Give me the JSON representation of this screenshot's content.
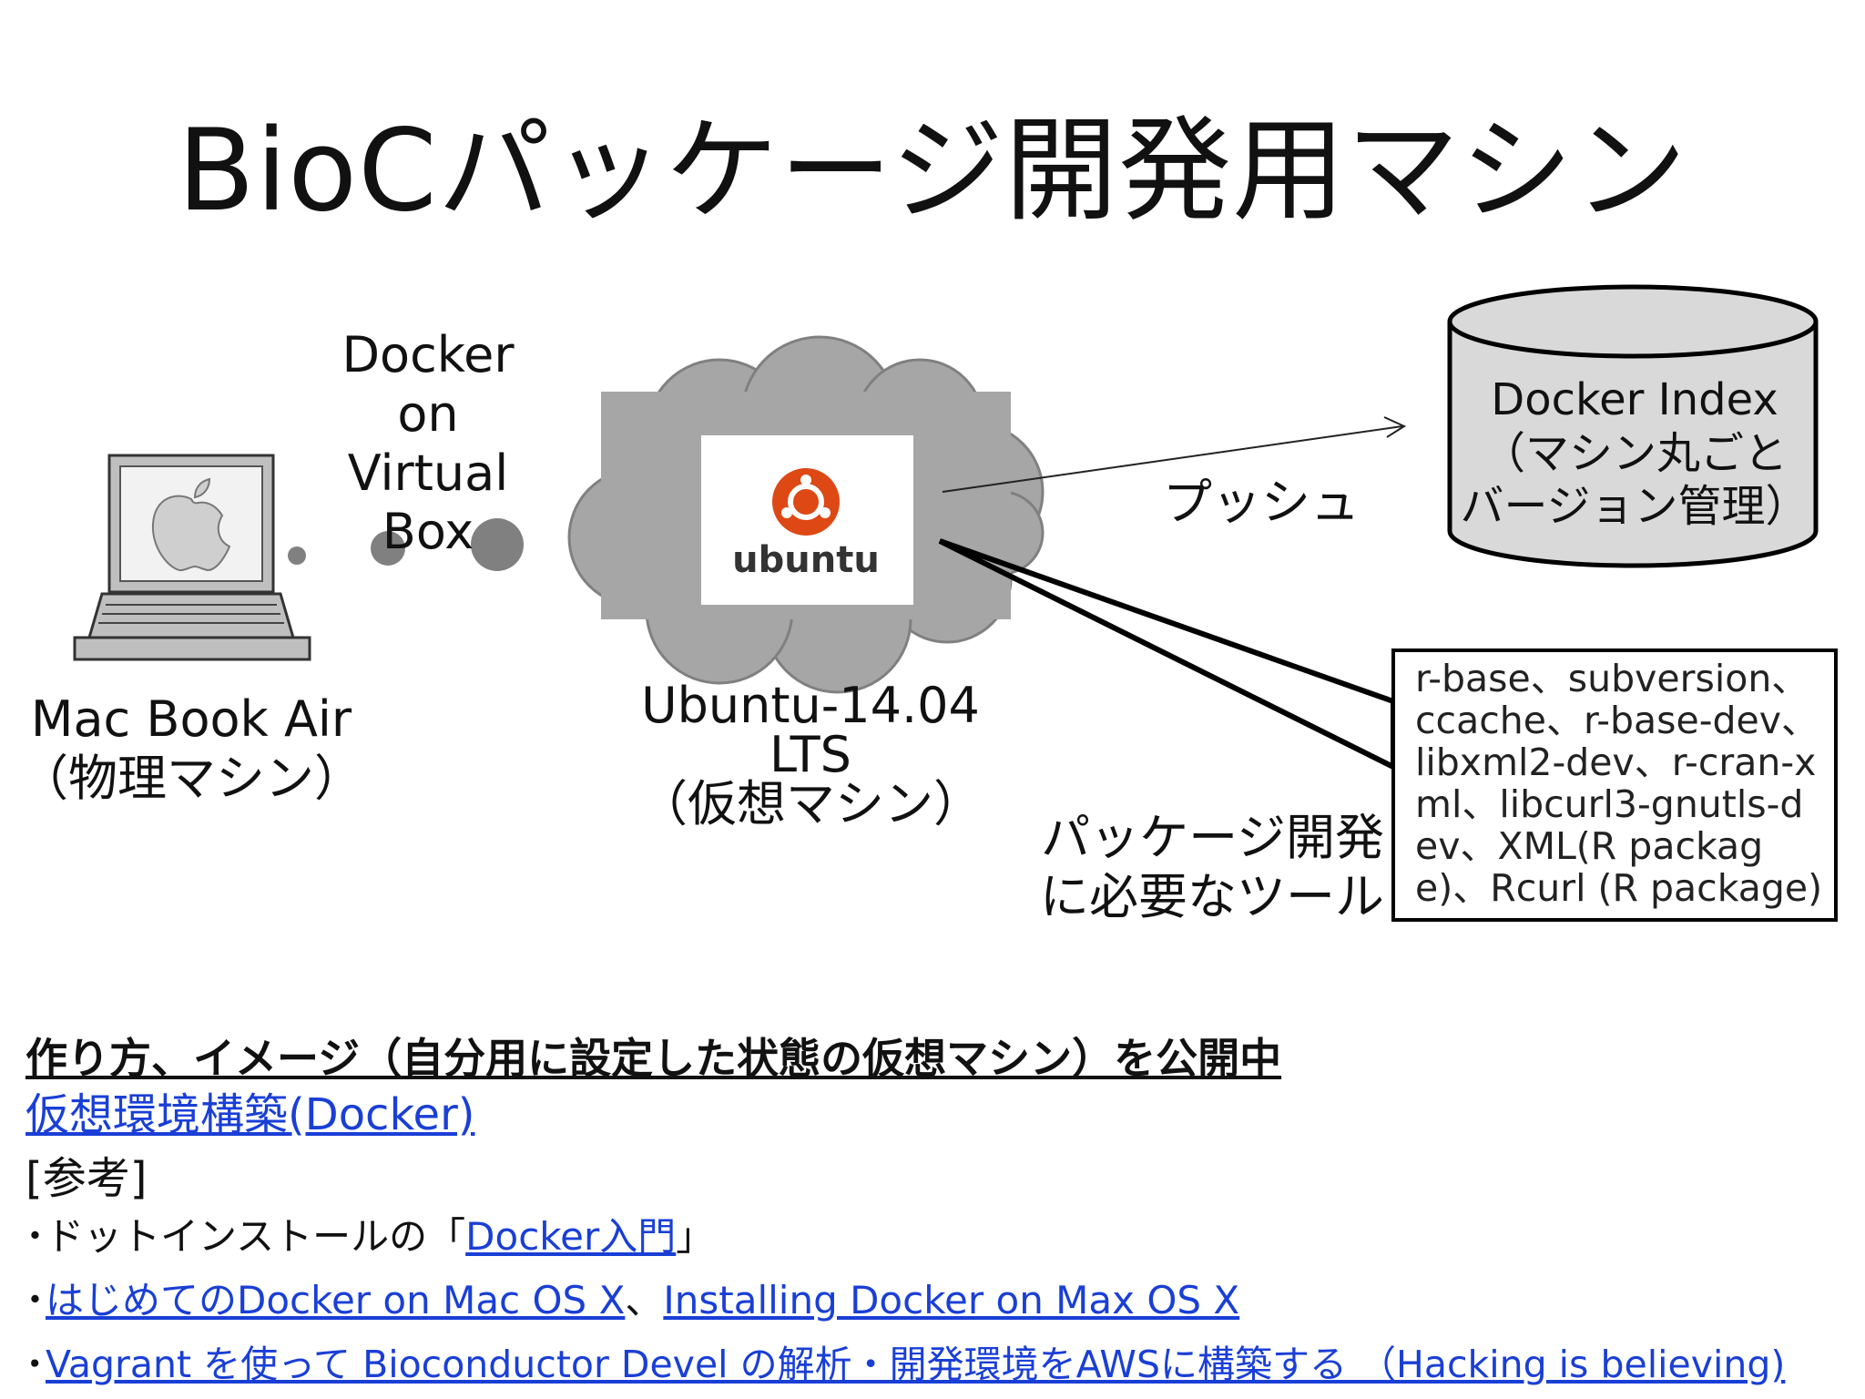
{
  "title": "BioCパッケージ開発用マシン",
  "diagram": {
    "mac": {
      "label_line1": "Mac Book Air",
      "label_line2": "（物理マシン）"
    },
    "docker_label": {
      "line1": "Docker",
      "line2": "on",
      "line3": "Virtual Box"
    },
    "ubuntu": {
      "logo_text": "ubuntu",
      "label_line1": "Ubuntu-14.04",
      "label_line2": "LTS",
      "label_line3": "（仮想マシン）"
    },
    "push_label": "プッシュ",
    "docker_index": {
      "line1": "Docker Index",
      "line2": "（マシン丸ごと",
      "line3": "バージョン管理）"
    },
    "tools_label": {
      "line1": "パッケージ開発",
      "line2": "に必要なツール"
    },
    "tools_box_text": "r-base、subversion、ccache、r-base-dev、libxml2-dev、r-cran-xml、libcurl3-gnutls-dev、XML(R package)、Rcurl (R package)"
  },
  "bottom": {
    "heading": "作り方、イメージ（自分用に設定した状態の仮想マシン）を公開中",
    "link_virtual_env": "仮想環境構築(Docker)",
    "reference_label": "[参考]",
    "item1_prefix": "ドットインストールの「",
    "item1_link": "Docker入門",
    "item1_suffix": "」",
    "item2_link1": "はじめてのDocker on Mac OS X",
    "item2_sep": "、",
    "item2_link2": "Installing Docker on Max OS X",
    "item3_link": "Vagrant を使って Bioconductor Devel の解析・開発環境をAWSに構築する （Hacking is believing)"
  },
  "colors": {
    "link": "#1a3fd6",
    "cloud": "#a6a6a6",
    "cylinder": "#d9d9d9",
    "ubuntu_orange": "#dd4814",
    "laptop": "#bfbfbf"
  }
}
